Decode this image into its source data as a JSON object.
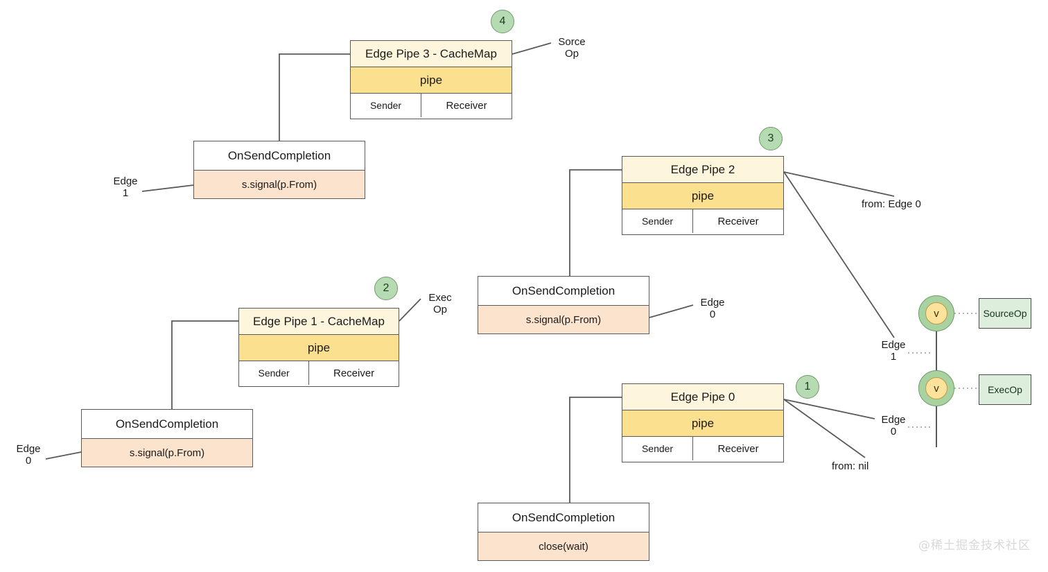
{
  "diagram": {
    "title": "Edge Pipe / OnSendCompletion flow",
    "watermark": "@稀土掘金技术社区",
    "colors": {
      "header_yellow": "#fdf6dc",
      "pipe_yellow": "#fbe08f",
      "completion_peach": "#fbe3cd",
      "badge_green": "#b6dbb2",
      "vertex_green": "#a8d3a0",
      "vertex_inner_yellow": "#fce29a",
      "op_green": "#ddeedd",
      "stroke": "#595959"
    },
    "pipes": [
      {
        "id": "edge-pipe-3",
        "title": "Edge Pipe 3 - CacheMap",
        "pipe": "pipe",
        "sender": "Sender",
        "receiver": "Receiver",
        "badge": "4",
        "annotation": "Sorce\nOp"
      },
      {
        "id": "edge-pipe-2",
        "title": "Edge Pipe 2",
        "pipe": "pipe",
        "sender": "Sender",
        "receiver": "Receiver",
        "badge": "3",
        "annotation": "from: Edge 0"
      },
      {
        "id": "edge-pipe-1",
        "title": "Edge Pipe 1 - CacheMap",
        "pipe": "pipe",
        "sender": "Sender",
        "receiver": "Receiver",
        "badge": "2",
        "annotation": "Exec\nOp"
      },
      {
        "id": "edge-pipe-0",
        "title": "Edge Pipe 0",
        "pipe": "pipe",
        "sender": "Sender",
        "receiver": "Receiver",
        "badge": "1",
        "annotation": "from: nil"
      }
    ],
    "completions": [
      {
        "id": "osc-edge1",
        "title": "OnSendCompletion",
        "body": "s.signal(p.From)",
        "edge_label": "Edge\n1"
      },
      {
        "id": "osc-edge0-mid",
        "title": "OnSendCompletion",
        "body": "s.signal(p.From)",
        "edge_label": "Edge\n0"
      },
      {
        "id": "osc-edge0-left",
        "title": "OnSendCompletion",
        "body": "s.signal(p.From)",
        "edge_label": "Edge\n0"
      },
      {
        "id": "osc-close",
        "title": "OnSendCompletion",
        "body": "close(wait)",
        "edge_label": ""
      }
    ],
    "edge_markers": [
      {
        "id": "edge-1-marker",
        "label": "Edge\n1"
      },
      {
        "id": "edge-0-marker",
        "label": "Edge\n0"
      }
    ],
    "vertices": [
      {
        "id": "vertex-source",
        "glyph": "v",
        "op": "SourceOp"
      },
      {
        "id": "vertex-exec",
        "glyph": "v",
        "op": "ExecOp"
      }
    ]
  }
}
